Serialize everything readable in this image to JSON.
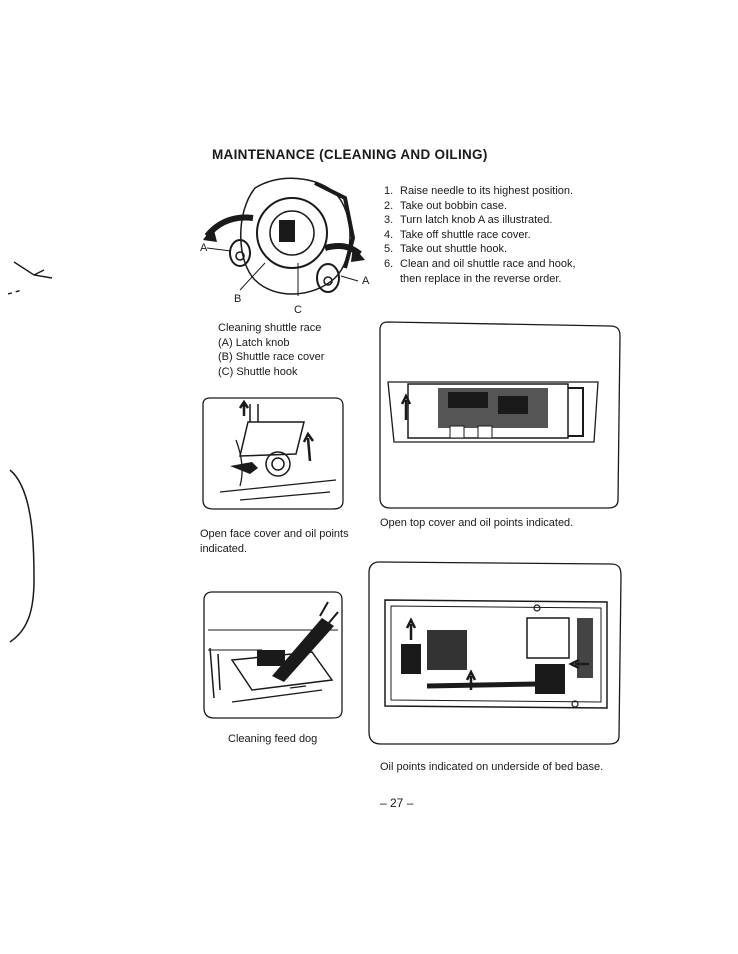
{
  "title": "MAINTENANCE (CLEANING AND OILING)",
  "steps": [
    {
      "num": "1.",
      "text": "Raise needle to its highest position."
    },
    {
      "num": "2.",
      "text": "Take out bobbin case."
    },
    {
      "num": "3.",
      "text": "Turn latch knob A as illustrated."
    },
    {
      "num": "4.",
      "text": "Take off shuttle race cover."
    },
    {
      "num": "5.",
      "text": "Take out shuttle hook."
    },
    {
      "num": "6.",
      "text": "Clean and oil shuttle race and hook,",
      "cont": "then replace in the reverse order."
    }
  ],
  "figure_labels": {
    "a_left": "A",
    "a_right": "A",
    "b": "B",
    "c": "C"
  },
  "shuttle_caption": {
    "line1": "Cleaning shuttle race",
    "line2": "(A)  Latch knob",
    "line3": "(B)  Shuttle race cover",
    "line4": "(C)  Shuttle hook"
  },
  "face_cover_caption": {
    "line1": "Open face cover and oil points",
    "line2": "indicated."
  },
  "top_cover_caption": "Open top cover and oil points indicated.",
  "feed_dog_caption": "Cleaning feed dog",
  "underside_caption": "Oil points indicated on underside of bed base.",
  "page_number": "– 27 –"
}
